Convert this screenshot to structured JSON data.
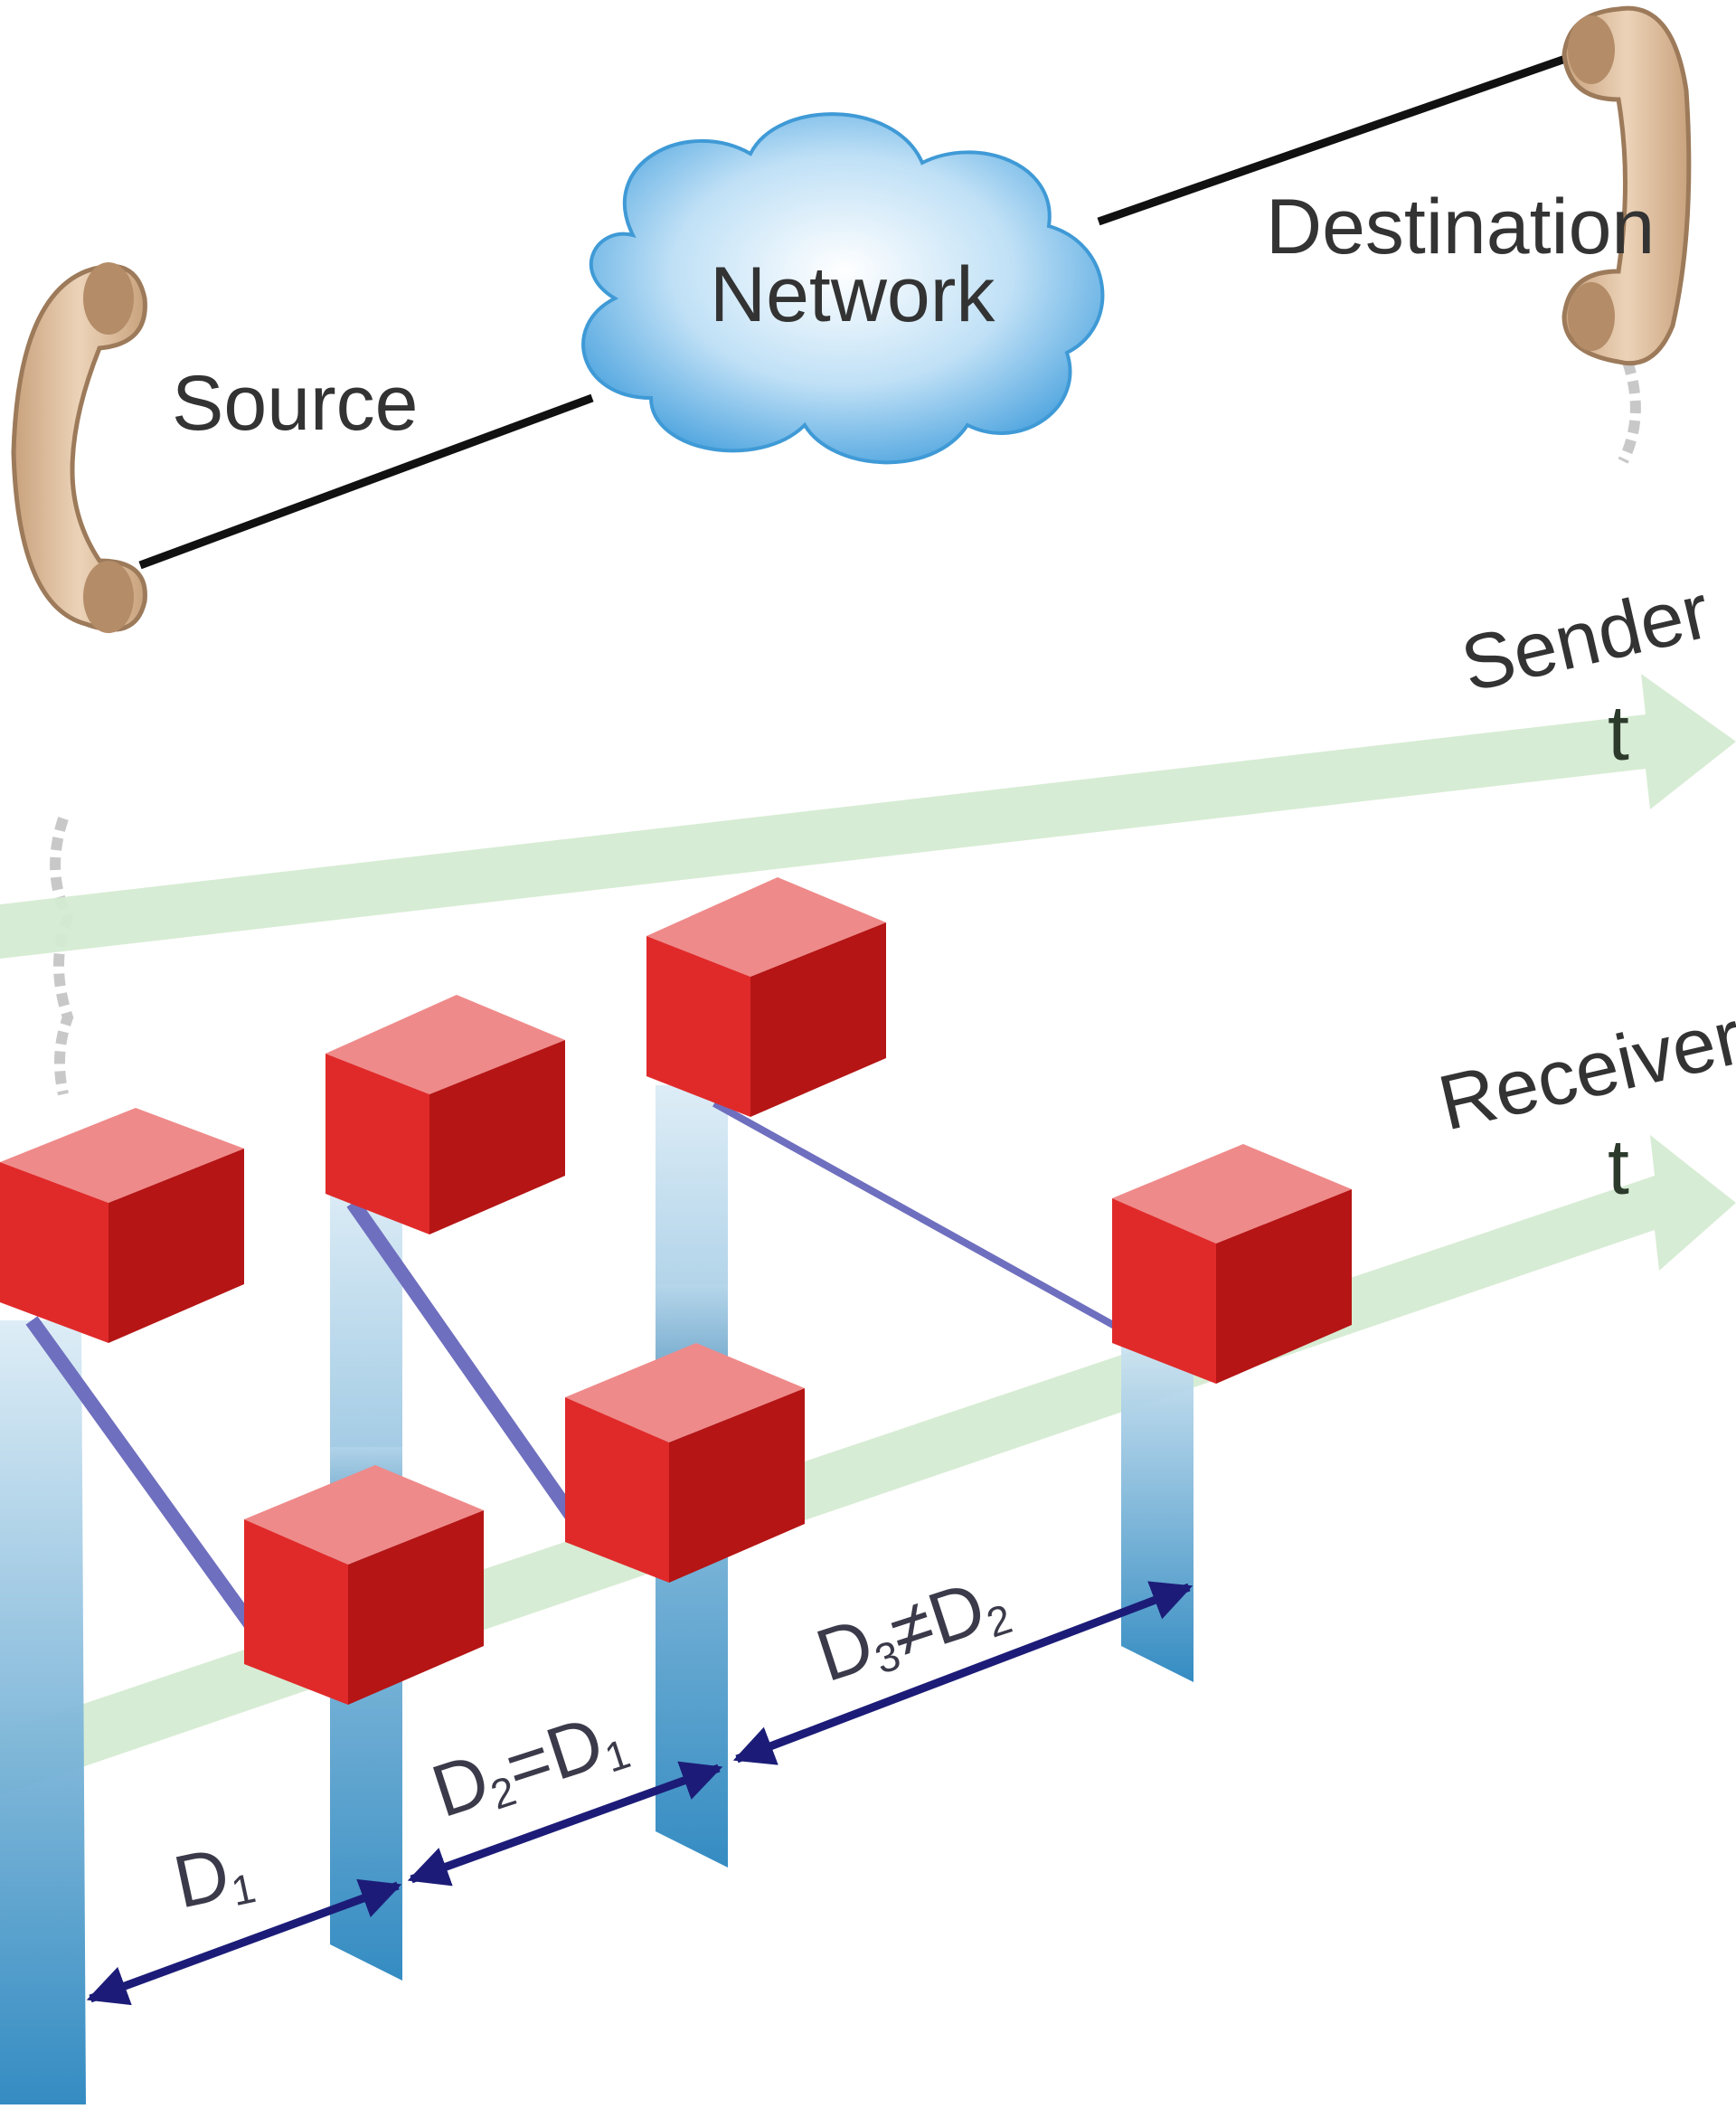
{
  "labels": {
    "source": "Source",
    "network": "Network",
    "destination": "Destination",
    "sender": "Sender",
    "receiver": "Receiver",
    "time_symbol": "t"
  },
  "delays": {
    "d1": {
      "base": "D",
      "sub": "1"
    },
    "d2": {
      "base": "D",
      "sub": "2",
      "relation": "=D",
      "sub2": "1"
    },
    "d3": {
      "base": "D",
      "sub": "3",
      "relation": "≠D",
      "sub2": "2"
    }
  },
  "colors": {
    "packet_front": "#e02a2a",
    "packet_top": "#ef8a8a",
    "packet_side": "#b51515",
    "timeline": "#d5ebd2",
    "arrow": "#1c1c78",
    "path_line": "#6f6fbf",
    "cloud": "#6fb6e6",
    "phone": "#e2c2a3"
  },
  "icons": {
    "source_phone": "telephone-handset-icon",
    "destination_phone": "telephone-handset-icon",
    "network": "cloud-icon"
  }
}
